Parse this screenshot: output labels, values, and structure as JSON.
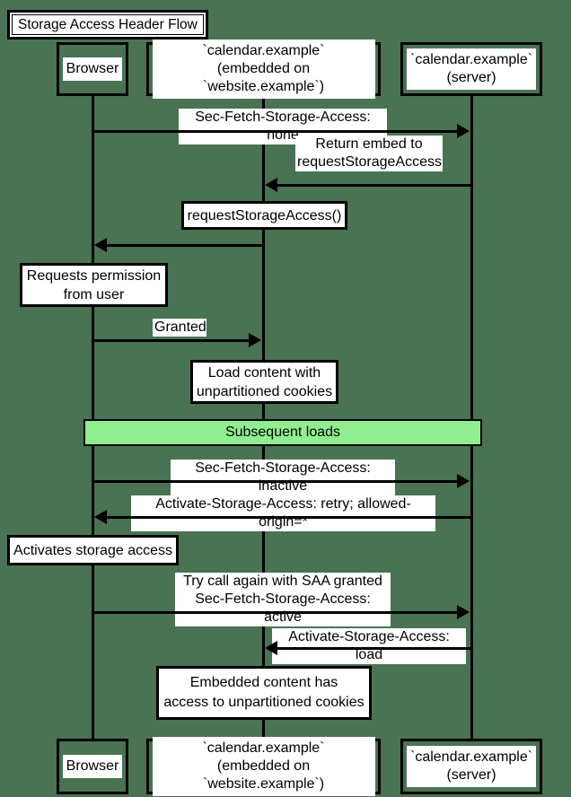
{
  "title": "Storage Access Header Flow",
  "participants": {
    "browser": {
      "label": "Browser"
    },
    "embed": {
      "line1": "`calendar.example`",
      "line2": "(embedded on `website.example`)"
    },
    "server": {
      "line1": "`calendar.example`",
      "line2": "(server)"
    }
  },
  "messages": {
    "sec_fetch_none": {
      "label": "Sec-Fetch-Storage-Access: none"
    },
    "return_embed": {
      "line1": "Return embed to",
      "line2": "requestStorageAccess"
    },
    "granted": {
      "label": "Granted"
    },
    "sec_fetch_inactive": {
      "label": "Sec-Fetch-Storage-Access: inactive"
    },
    "activate_retry": {
      "label": "Activate-Storage-Access: retry; allowed-origin=*"
    },
    "try_again": {
      "line1": "Try call again with SAA granted",
      "line2": "Sec-Fetch-Storage-Access: active"
    },
    "activate_load": {
      "label": "Activate-Storage-Access: load"
    }
  },
  "notes": {
    "request_storage_access": {
      "label": "requestStorageAccess()"
    },
    "requests_permission": {
      "line1": "Requests permission",
      "line2": "from user"
    },
    "load_content": {
      "line1": "Load content with",
      "line2": "unpartitioned cookies"
    },
    "activates_storage": {
      "label": "Activates storage access"
    },
    "embedded_access": {
      "line1": "Embedded content has",
      "line2": "access to unpartitioned cookies"
    }
  },
  "divider": {
    "label": "Subsequent loads"
  },
  "colors": {
    "background": "#497352",
    "divider_fill": "#90ee90",
    "line": "#000000",
    "box_fill": "#ffffff",
    "text": "#000000"
  }
}
